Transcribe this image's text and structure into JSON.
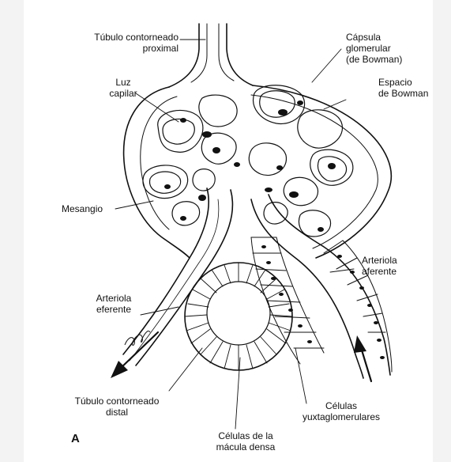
{
  "labels": {
    "tubulo_proximal": [
      "Túbulo contorneado",
      "proximal"
    ],
    "capsula": [
      "Cápsula",
      "glomerular",
      "(de Bowman)"
    ],
    "espacio": [
      "Espacio",
      "de Bowman"
    ],
    "luz": [
      "Luz",
      "capilar"
    ],
    "mesangio": [
      "Mesangio"
    ],
    "arteriola_aferente": [
      "Arteriola",
      "aferente"
    ],
    "arteriola_eferente": [
      "Arteriola",
      "eferente"
    ],
    "tubulo_distal": [
      "Túbulo contorneado",
      "distal"
    ],
    "celulas_yuxta": [
      "Células",
      "yuxtaglomerulares"
    ],
    "macula": [
      "Células de la",
      "mácula densa"
    ],
    "panel": "A"
  },
  "colors": {
    "ink": "#111111",
    "paper": "#ffffff",
    "shade": "#e6e6e6",
    "page_bg": "#f3f3f3"
  }
}
